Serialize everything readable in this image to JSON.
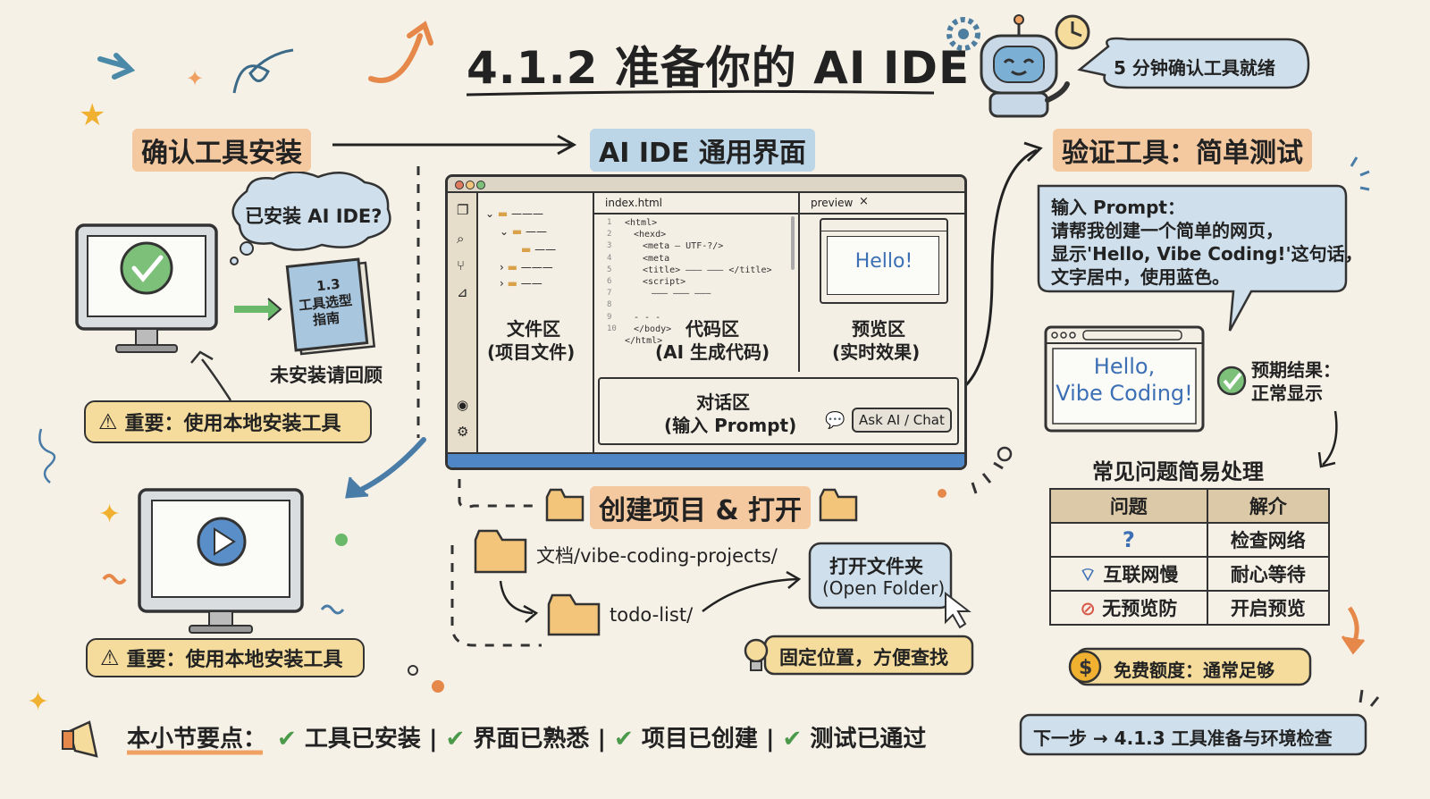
{
  "title": "4.1.2 准备你的 AI IDE",
  "bubble_top_right": "5 分钟确认工具就绪",
  "section_confirm": {
    "heading": "确认工具安装",
    "thought": "已安装 AI IDE?",
    "book": {
      "line1": "1.3",
      "line2": "工具选型",
      "line3": "指南"
    },
    "not_installed": "未安装请回顾",
    "warning1": "重要：使用本地安装工具",
    "warning2": "重要：使用本地安装工具"
  },
  "section_ide": {
    "heading": "AI IDE 通用界面",
    "tab_file": "index.html",
    "tab_preview": "preview",
    "tab_close": "×",
    "code_lines": [
      "<html>",
      "<hexd>",
      "<meta – UTF-?/>",
      "<meta",
      "<title> ——— ——— </title>",
      "<script>",
      "——— ——— ———",
      "",
      "- - -",
      "</body>",
      "</html>"
    ],
    "line_numbers": [
      "1",
      "2",
      "3",
      "4",
      "5",
      "6",
      "7",
      "8",
      "9",
      "10"
    ],
    "preview_text": "Hello!",
    "label_files": "文件区",
    "label_files_sub": "(项目文件)",
    "label_code": "代码区",
    "label_code_sub": "(AI 生成代码)",
    "label_preview": "预览区",
    "label_preview_sub": "(实时效果)",
    "label_chat": "对话区",
    "label_chat_sub": "(输入 Prompt)",
    "ask_button": "Ask AI / Chat"
  },
  "section_create": {
    "heading": "创建项目 & 打开",
    "path1": "文档/vibe-coding-projects/",
    "path2": "todo-list/",
    "open_folder": "打开文件夹",
    "open_folder_en": "(Open Folder)",
    "tip": "固定位置，方便查找"
  },
  "section_verify": {
    "heading": "验证工具：简单测试",
    "prompt_lines": [
      "输入 Prompt：",
      "请帮我创建一个简单的网页，",
      "显示'Hello, Vibe Coding!'这句话，",
      "文字居中，使用蓝色。"
    ],
    "result_line1": "Hello,",
    "result_line2": "Vibe Coding!",
    "expected_line1": "预期结果：",
    "expected_line2": "正常显示",
    "faq_title": "常见问题简易处理",
    "faq_headers": [
      "问题",
      "解介"
    ],
    "faq_rows": [
      {
        "problem": "?",
        "solution": "检查网络"
      },
      {
        "problem": "互联网慢",
        "solution": "耐心等待"
      },
      {
        "problem": "无预览防",
        "solution": "开启预览"
      }
    ],
    "free_quota": "免费额度：通常足够"
  },
  "footer": {
    "key_points_label": "本小节要点：",
    "points": [
      "工具已安装",
      "界面已熟悉",
      "项目已创建",
      "测试已通过"
    ],
    "next_step": "下一步 → 4.1.3 工具准备与环境检查"
  },
  "colors": {
    "background": "#f6f1e7",
    "orange_highlight": "#f5c9a0",
    "blue_highlight": "#bcd6e8",
    "warning": "#f5dc9c",
    "check_green": "#5cab5c",
    "ide_blue": "#4f86c6",
    "folder": "#f2c57a"
  }
}
